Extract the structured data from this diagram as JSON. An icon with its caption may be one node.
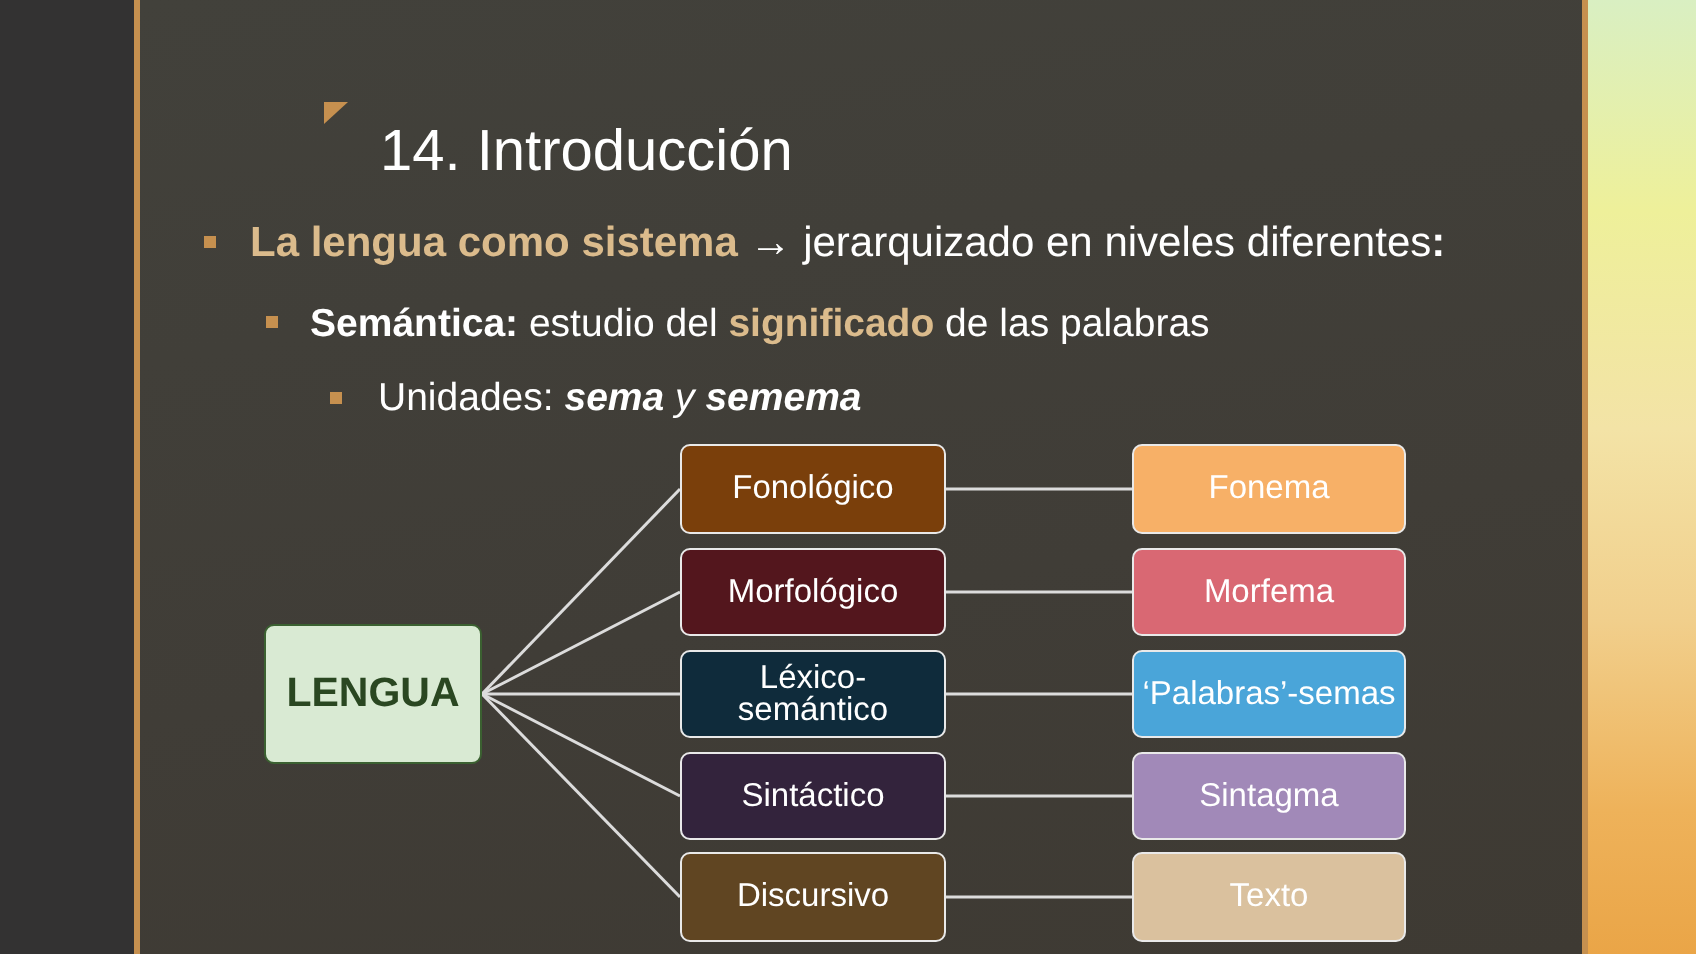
{
  "diagram": {
    "title": "14. Introducción",
    "nodes": [
      {
        "text": [
          "LENGUA"
        ]
      },
      {
        "text": [
          "Fonológico"
        ]
      },
      {
        "text": [
          "Morfológico"
        ]
      },
      {
        "text": [
          "Léxico-semántico"
        ]
      },
      {
        "text": [
          "Sintáctico"
        ]
      },
      {
        "text": [
          "Discursivo"
        ]
      },
      {
        "text": [
          "Fonema"
        ]
      },
      {
        "text": [
          "Morfema"
        ]
      },
      {
        "text": [
          "‘Palabras’-semas"
        ]
      },
      {
        "text": [
          "Sintagma"
        ]
      },
      {
        "text": [
          "Texto"
        ]
      }
    ],
    "edges": [
      {
        "from": 0,
        "to": 1,
        "arrow": "none"
      },
      {
        "from": 0,
        "to": 2,
        "arrow": "none"
      },
      {
        "from": 0,
        "to": 3,
        "arrow": "none"
      },
      {
        "from": 0,
        "to": 4,
        "arrow": "none"
      },
      {
        "from": 0,
        "to": 5,
        "arrow": "none"
      },
      {
        "from": 1,
        "to": 6,
        "arrow": "none"
      },
      {
        "from": 2,
        "to": 7,
        "arrow": "none"
      },
      {
        "from": 3,
        "to": 8,
        "arrow": "none"
      },
      {
        "from": 4,
        "to": 9,
        "arrow": "none"
      },
      {
        "from": 5,
        "to": 10,
        "arrow": "none"
      }
    ],
    "labels": [
      "**La lengua como sistema** → jerarquizado en niveles diferentes**:**",
      "**Semántica:** estudio del **significado** de las palabras",
      "Unidades: **sema** *y* **semema**"
    ]
  }
}
